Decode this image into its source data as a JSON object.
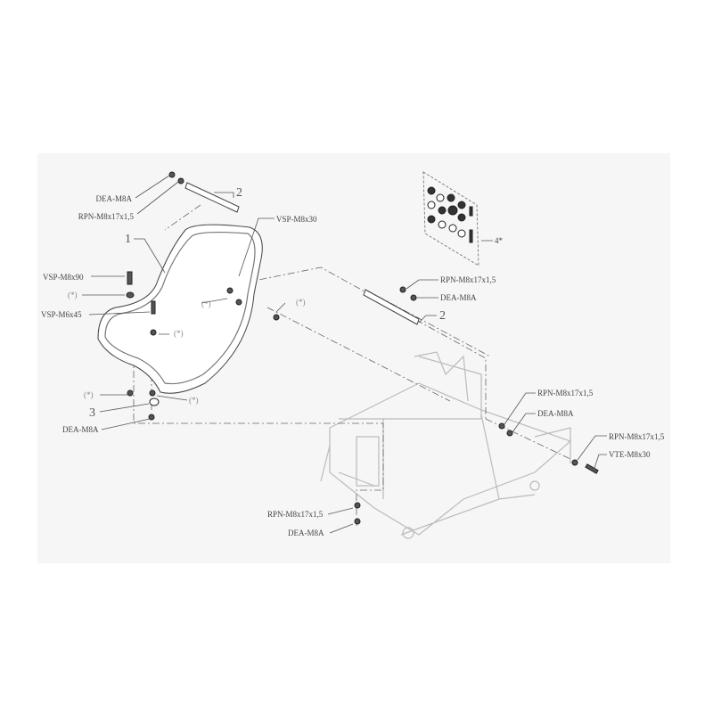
{
  "diagram": {
    "labels": {
      "dea_top": "DEA-M8A",
      "rpn_top": "RPN-M8x17x1,5",
      "part2_top": "2",
      "part1": "1",
      "vsp_m8x30": "VSP-M8x30",
      "vsp_m8x90": "VSP-M8x90",
      "ast_a": "(*)",
      "vsp_m6x45": "VSP-M6x45",
      "ast_b": "(*)",
      "ast_c": "(*)",
      "ast_d": "(*)",
      "ast_e": "(*)",
      "ast_f": "(*)",
      "part3": "3",
      "dea_bottom_left": "DEA-M8A",
      "rpn_mid": "RPN-M8x17x1,5",
      "dea_mid": "DEA-M8A",
      "part2_mid": "2",
      "part4": "4*",
      "rpn_right1": "RPN-M8x17x1,5",
      "dea_right1": "DEA-M8A",
      "rpn_right2": "RPN-M8x17x1,5",
      "vte_m8x30": "VTE-M8x30",
      "rpn_bottom": "RPN-M8x17x1,5",
      "dea_bottom": "DEA-M8A"
    }
  }
}
